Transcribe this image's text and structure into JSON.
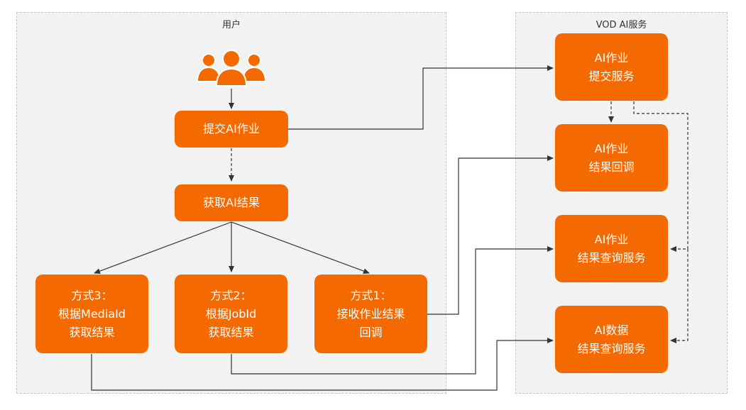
{
  "groups": {
    "user": {
      "title": "用户"
    },
    "vod": {
      "title": "VOD AI服务"
    }
  },
  "icons": {
    "users": "users-group-icon"
  },
  "colors": {
    "node": "#f56a00",
    "edge": "#333333",
    "group_bg": "#f2f2f2"
  },
  "nodes": {
    "submit_job": {
      "lines": [
        "提交AI作业"
      ]
    },
    "get_result": {
      "lines": [
        "获取AI结果"
      ]
    },
    "method3": {
      "lines": [
        "方式3：",
        "根据MediaId",
        "获取结果"
      ]
    },
    "method2": {
      "lines": [
        "方式2：",
        "根据JobId",
        "获取结果"
      ]
    },
    "method1": {
      "lines": [
        "方式1：",
        "接收作业结果",
        "回调"
      ]
    },
    "submit_service": {
      "lines": [
        "AI作业",
        "提交服务"
      ]
    },
    "result_callback": {
      "lines": [
        "AI作业",
        "结果回调"
      ]
    },
    "result_query": {
      "lines": [
        "AI作业",
        "结果查询服务"
      ]
    },
    "data_query": {
      "lines": [
        "AI数据",
        "结果查询服务"
      ]
    }
  },
  "edges": [
    {
      "from": "users",
      "to": "submit_job",
      "style": "solid"
    },
    {
      "from": "submit_job",
      "to": "get_result",
      "style": "dashed"
    },
    {
      "from": "get_result",
      "to": "method3",
      "style": "solid"
    },
    {
      "from": "get_result",
      "to": "method2",
      "style": "solid"
    },
    {
      "from": "get_result",
      "to": "method1",
      "style": "solid"
    },
    {
      "from": "submit_job",
      "to": "submit_service",
      "style": "solid"
    },
    {
      "from": "submit_service",
      "to": "result_callback",
      "style": "dashed"
    },
    {
      "from": "submit_service",
      "to": "result_query",
      "style": "dashed"
    },
    {
      "from": "submit_service",
      "to": "data_query",
      "style": "dashed"
    },
    {
      "from": "method1",
      "to": "result_callback",
      "style": "solid"
    },
    {
      "from": "method2",
      "to": "result_query",
      "style": "solid"
    },
    {
      "from": "method3",
      "to": "data_query",
      "style": "solid"
    }
  ]
}
